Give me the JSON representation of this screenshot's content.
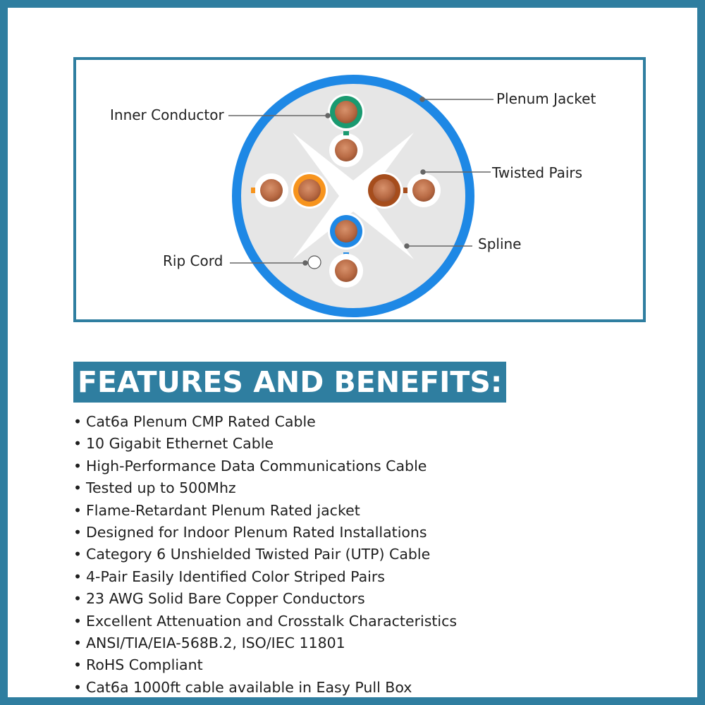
{
  "diagram": {
    "labels": {
      "inner_conductor": "Inner Conductor",
      "plenum_jacket": "Plenum Jacket",
      "twisted_pairs": "Twisted Pairs",
      "spline": "Spline",
      "rip_cord": "Rip Cord"
    },
    "colors": {
      "frame": "#2f7ea0",
      "jacket": "#1e88e5",
      "jacket_fill": "#e6e6e6",
      "copper": "#b86a44",
      "green_pair": "#1a9a70",
      "orange_pair": "#f7941d",
      "brown_pair": "#a64d1c",
      "blue_pair": "#1e88e5",
      "spline": "#ffffff"
    }
  },
  "features": {
    "heading": "FEATURES AND BENEFITS:",
    "items": [
      "Cat6a Plenum CMP Rated Cable",
      "10 Gigabit Ethernet Cable",
      "High-Performance Data Communications Cable",
      "Tested up to 500Mhz",
      "Flame-Retardant Plenum Rated jacket",
      "Designed for Indoor Plenum Rated Installations",
      "Category 6 Unshielded Twisted Pair (UTP) Cable",
      "4-Pair Easily Identified Color Striped Pairs",
      "23 AWG Solid Bare Copper Conductors",
      "Excellent Attenuation and Crosstalk Characteristics",
      "ANSI/TIA/EIA-568B.2, ISO/IEC 11801",
      "RoHS Compliant",
      "Cat6a 1000ft cable available in Easy Pull Box"
    ]
  }
}
